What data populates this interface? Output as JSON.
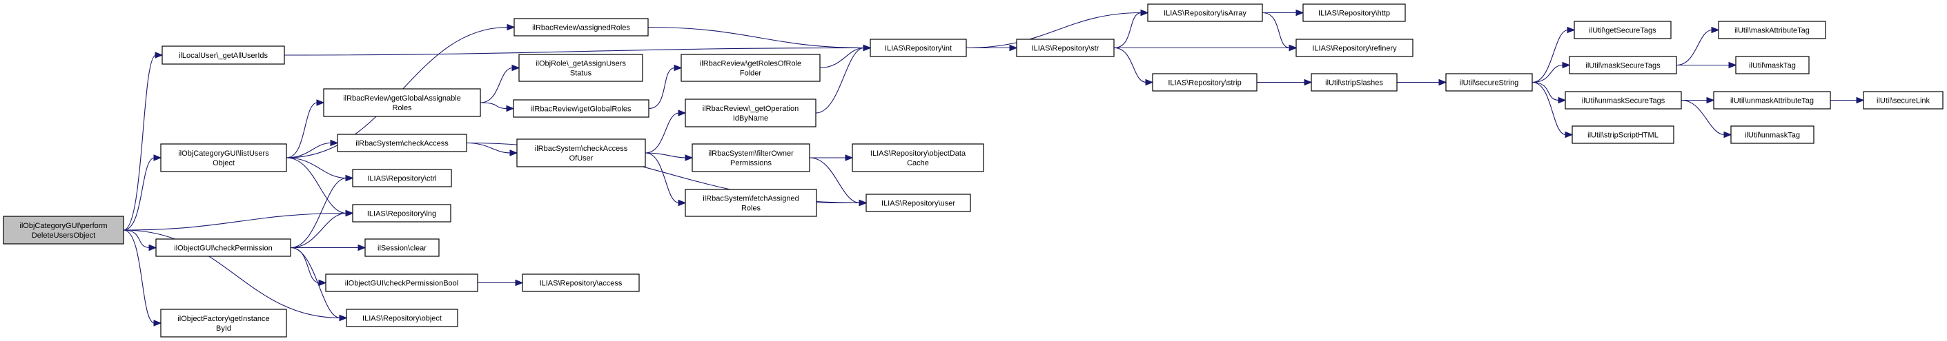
{
  "graph": {
    "edge_color": "#191970",
    "root_fill": "#bfbfbf",
    "nodes": [
      {
        "id": "perform",
        "lines": [
          "ilObjCategoryGUI\\perform",
          "DeleteUsersObject"
        ],
        "root": true
      },
      {
        "id": "getAllUserIds",
        "lines": [
          "ilLocalUser\\_getAllUserIds"
        ]
      },
      {
        "id": "listUsersObject",
        "lines": [
          "ilObjCategoryGUI\\listUsers",
          "Object"
        ]
      },
      {
        "id": "checkPermission",
        "lines": [
          "ilObjectGUI\\checkPermission"
        ]
      },
      {
        "id": "getInstanceByObjId",
        "lines": [
          "ilObjectFactory\\getInstance",
          "ById"
        ]
      },
      {
        "id": "getGlobalAssignableRoles",
        "lines": [
          "ilRbacReview\\getGlobalAssignable",
          "Roles"
        ]
      },
      {
        "id": "checkAccess",
        "lines": [
          "ilRbacSystem\\checkAccess"
        ]
      },
      {
        "id": "ctrl",
        "lines": [
          "ILIAS\\Repository\\ctrl"
        ]
      },
      {
        "id": "lng",
        "lines": [
          "ILIAS\\Repository\\lng"
        ]
      },
      {
        "id": "sessionClear",
        "lines": [
          "ilSession\\clear"
        ]
      },
      {
        "id": "checkPermissionBool",
        "lines": [
          "ilObjectGUI\\checkPermissionBool"
        ]
      },
      {
        "id": "object",
        "lines": [
          "ILIAS\\Repository\\object"
        ]
      },
      {
        "id": "assignedRoles",
        "lines": [
          "ilRbacReview\\assignedRoles"
        ]
      },
      {
        "id": "getAssignUsersStatus",
        "lines": [
          "ilObjRole\\_getAssignUsers",
          "Status"
        ]
      },
      {
        "id": "getGlobalRoles",
        "lines": [
          "ilRbacReview\\getGlobalRoles"
        ]
      },
      {
        "id": "checkAccessOfUser",
        "lines": [
          "ilRbacSystem\\checkAccess",
          "OfUser"
        ]
      },
      {
        "id": "access",
        "lines": [
          "ILIAS\\Repository\\access"
        ]
      },
      {
        "id": "getRolesOfRoleFolder",
        "lines": [
          "ilRbacReview\\getRolesOfRole",
          "Folder"
        ]
      },
      {
        "id": "getOperationIdByName",
        "lines": [
          "ilRbacReview\\_getOperation",
          "IdByName"
        ]
      },
      {
        "id": "filterOwnerPermissions",
        "lines": [
          "ilRbacSystem\\filterOwner",
          "Permissions"
        ]
      },
      {
        "id": "fetchAssignedRoles",
        "lines": [
          "ilRbacSystem\\fetchAssigned",
          "Roles"
        ]
      },
      {
        "id": "int",
        "lines": [
          "ILIAS\\Repository\\int"
        ]
      },
      {
        "id": "objectDataCache",
        "lines": [
          "ILIAS\\Repository\\objectData",
          "Cache"
        ]
      },
      {
        "id": "user",
        "lines": [
          "ILIAS\\Repository\\user"
        ]
      },
      {
        "id": "str",
        "lines": [
          "ILIAS\\Repository\\str"
        ]
      },
      {
        "id": "isArray",
        "lines": [
          "ILIAS\\Repository\\isArray"
        ]
      },
      {
        "id": "strip",
        "lines": [
          "ILIAS\\Repository\\strip"
        ]
      },
      {
        "id": "http",
        "lines": [
          "ILIAS\\Repository\\http"
        ]
      },
      {
        "id": "refinery",
        "lines": [
          "ILIAS\\Repository\\refinery"
        ]
      },
      {
        "id": "stripSlashes",
        "lines": [
          "ilUtil\\stripSlashes"
        ]
      },
      {
        "id": "secureString",
        "lines": [
          "ilUtil\\secureString"
        ]
      },
      {
        "id": "getSecureTags",
        "lines": [
          "ilUtil\\getSecureTags"
        ]
      },
      {
        "id": "maskSecureTags",
        "lines": [
          "ilUtil\\maskSecureTags"
        ]
      },
      {
        "id": "unmaskSecureTags",
        "lines": [
          "ilUtil\\unmaskSecureTags"
        ]
      },
      {
        "id": "stripScriptHTML",
        "lines": [
          "ilUtil\\stripScriptHTML"
        ]
      },
      {
        "id": "maskAttributeTag",
        "lines": [
          "ilUtil\\maskAttributeTag"
        ]
      },
      {
        "id": "maskTag",
        "lines": [
          "ilUtil\\maskTag"
        ]
      },
      {
        "id": "unmaskAttributeTag",
        "lines": [
          "ilUtil\\unmaskAttributeTag"
        ]
      },
      {
        "id": "unmaskTag",
        "lines": [
          "ilUtil\\unmaskTag"
        ]
      },
      {
        "id": "secureLink",
        "lines": [
          "ilUtil\\secureLink"
        ]
      }
    ],
    "edges": [
      [
        "perform",
        "getAllUserIds"
      ],
      [
        "perform",
        "listUsersObject"
      ],
      [
        "perform",
        "lng"
      ],
      [
        "perform",
        "checkPermission"
      ],
      [
        "perform",
        "object"
      ],
      [
        "perform",
        "getInstanceByObjId"
      ],
      [
        "getAllUserIds",
        "int"
      ],
      [
        "listUsersObject",
        "assignedRoles"
      ],
      [
        "listUsersObject",
        "getGlobalAssignableRoles"
      ],
      [
        "listUsersObject",
        "checkAccess"
      ],
      [
        "listUsersObject",
        "ctrl"
      ],
      [
        "listUsersObject",
        "lng"
      ],
      [
        "getGlobalAssignableRoles",
        "getAssignUsersStatus"
      ],
      [
        "getGlobalAssignableRoles",
        "getGlobalRoles"
      ],
      [
        "checkAccess",
        "checkAccessOfUser"
      ],
      [
        "checkAccess",
        "user"
      ],
      [
        "checkPermission",
        "ctrl"
      ],
      [
        "checkPermission",
        "lng"
      ],
      [
        "checkPermission",
        "sessionClear"
      ],
      [
        "checkPermission",
        "checkPermissionBool"
      ],
      [
        "checkPermission",
        "object"
      ],
      [
        "checkPermissionBool",
        "access"
      ],
      [
        "assignedRoles",
        "int"
      ],
      [
        "getGlobalRoles",
        "getRolesOfRoleFolder"
      ],
      [
        "getRolesOfRoleFolder",
        "int"
      ],
      [
        "checkAccessOfUser",
        "getOperationIdByName"
      ],
      [
        "checkAccessOfUser",
        "filterOwnerPermissions"
      ],
      [
        "checkAccessOfUser",
        "fetchAssignedRoles"
      ],
      [
        "getOperationIdByName",
        "int"
      ],
      [
        "filterOwnerPermissions",
        "objectDataCache"
      ],
      [
        "filterOwnerPermissions",
        "user"
      ],
      [
        "fetchAssignedRoles",
        "user"
      ],
      [
        "int",
        "isArray"
      ],
      [
        "int",
        "str"
      ],
      [
        "int",
        "refinery"
      ],
      [
        "str",
        "isArray"
      ],
      [
        "str",
        "refinery"
      ],
      [
        "str",
        "strip"
      ],
      [
        "isArray",
        "http"
      ],
      [
        "isArray",
        "refinery"
      ],
      [
        "strip",
        "stripSlashes"
      ],
      [
        "stripSlashes",
        "secureString"
      ],
      [
        "secureString",
        "getSecureTags"
      ],
      [
        "secureString",
        "maskSecureTags"
      ],
      [
        "secureString",
        "unmaskSecureTags"
      ],
      [
        "secureString",
        "stripScriptHTML"
      ],
      [
        "maskSecureTags",
        "maskAttributeTag"
      ],
      [
        "maskSecureTags",
        "maskTag"
      ],
      [
        "unmaskSecureTags",
        "unmaskAttributeTag"
      ],
      [
        "unmaskSecureTags",
        "unmaskTag"
      ],
      [
        "unmaskAttributeTag",
        "secureLink"
      ]
    ]
  }
}
